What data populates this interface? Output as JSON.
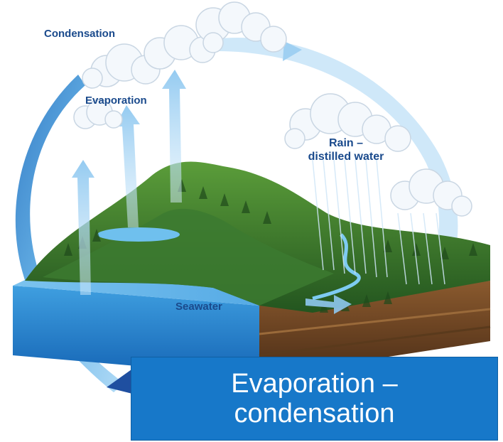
{
  "labels": {
    "condensation": "Condensation",
    "evaporation": "Evaporation",
    "rain_line1": "Rain –",
    "rain_line2": "distilled water",
    "seawater": "Seawater"
  },
  "caption": {
    "line1": "Evaporation –",
    "line2": "condensation"
  },
  "colors": {
    "label_text": "#1a4a8c",
    "caption_bg": "#1778c9",
    "caption_text": "#ffffff",
    "sea": "#2f8fd6",
    "forest": "#2f6b2a",
    "arrow": "#9fd0f2"
  }
}
